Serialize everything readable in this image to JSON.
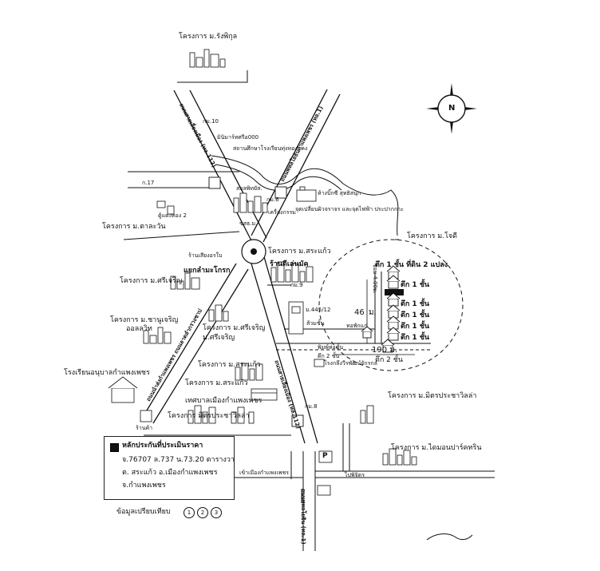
{
  "labels": {
    "v_rangphikul": "โครงการ ม.รังพิกุล",
    "km10": "กม.10",
    "mini_mart": "มินิมาร์ทศรีอ000",
    "school_loan": "สถานศึกษาโรงเรียนทุ่งทองแคง",
    "rd112_north": "ถนนสายเลี่ยงเมือง (ทล.112)",
    "rd1_upper": "ถนนพหลโยธินกำแพงเพชร (ทล.1)",
    "store_ssk": "สกุลพิทยัส.",
    "km17": "ก.17",
    "km_small": "กม.6",
    "market2": "ตู้แดงทอง 2",
    "clock": "ขสธ.ม.",
    "chowjiw": "เครื่องกรรม",
    "v_talaban": "โครงการ ม.ตาละวัน",
    "bigc": "ห้างบิ๊กซี สุทธิสนุก",
    "mart_corner": "จุดเปลี่ยนผิวจราจร และจุดไฟฟ้า ประปากกาะ",
    "v_jodee": "โครงการ ม.โจดี",
    "shop_left": "ร้านเสียงอรใบ",
    "v_srakaew_top": "โครงการ ม.สระแก้ว",
    "shop_right": "ร้านดีเล่นมัค",
    "junction": "แยกลำมะโกรก",
    "v_sricharoen_left": "โครงการ ม.ศรีเจริญ",
    "km9": "กม.9",
    "b1_2plots": "ตึก 1 ชั้น ที่ดิน 2 แปลง",
    "b1a": "ตึก 1 ชั้น",
    "b1b": "ตึก 1 ชั้น",
    "b1c": "ตึก 1 ชั้น",
    "b1d": "ตึก 1 ชั้น",
    "b1e": "ตึก 1 ชั้น",
    "m46": "46",
    "meter46": "ม.",
    "soi_wide": "ซอย 4.00ม.",
    "v_chanchaeren": "โครงการ ม.ชานูเจริญ",
    "orlawit": "ออลลวิท",
    "rd_side_left": "ถนนนำส่งกำแพงเพชร ถนนลาดลำกรวงชาป",
    "m445": "ม.445/12",
    "toilet": "ส้วมชั้น",
    "house_row": "หอพักแก่",
    "v_sricharoen_mid": "โครงการ ม.ศรีเจริญ",
    "v_sricharoen_mid2": "ม.ศรีเจริญ",
    "shed1": "พิมพ์ห่อชั้น",
    "shed2": "ตึก 2 ชั้น",
    "m190": "190 ม.",
    "b2": "ตึก 2 ชั้น",
    "school_gov": "โรงเรียนอนุบาลกำแพงเพชร",
    "shop_text": "โรงกลึงวีรพัฒน์จักรกล",
    "v_srakaew_mid": "โครงการ ม.สระแก้ว",
    "rd112_south": "ถนนสายเลี่ยงเมือง (ทล.112)",
    "v_mitr_r": "โครงการ ม.มิตรประชาวิลล่า",
    "municipality": "เทศบาลเมืองกำแพงเพชร",
    "km8": "กม.8",
    "v_mitr_left": "โครงการ มิตรประชาวิลล่า",
    "shop_small": "ร้านค้า",
    "v_maiyabhorn": "โครงการ ม.ไดมอนปาร์คทริน",
    "to_city": "เข้าเมืองกำแพงเพชร",
    "to_pichit": "ไปพิจิตร",
    "rd1_lower": "ถนนพหลโยธิน (ทล.1)",
    "shell": "P"
  },
  "legend": {
    "title": "หลักประกันที่ประเมินราคา",
    "line1": "จ.76707 ล.737 น.73.20 ตารางวา",
    "line2": "ต. สระแก้ว อ.เมืองกำแพงเพชร",
    "line3": "จ.กำแพงเพชร",
    "compare": "ข้อมูลเปรียบเทียบ",
    "marks": [
      "1",
      "2",
      "3"
    ]
  },
  "compass": {
    "label": "N"
  }
}
